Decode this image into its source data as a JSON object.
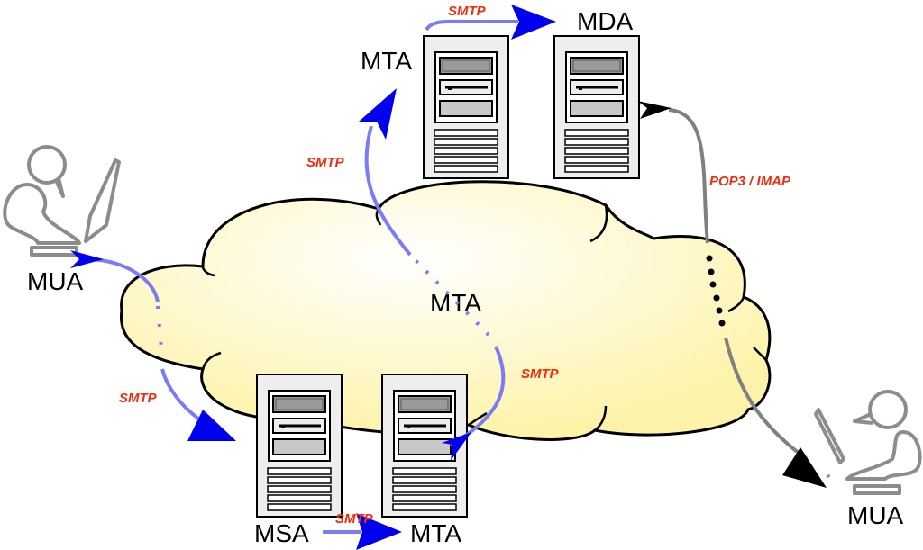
{
  "title": "Email delivery flow diagram",
  "nodes": {
    "mua_sender": {
      "label": "MUA"
    },
    "msa": {
      "label": "MSA"
    },
    "mta_local": {
      "label": "MTA"
    },
    "mta_cloud": {
      "label": "MTA"
    },
    "mta_remote": {
      "label": "MTA"
    },
    "mda": {
      "label": "MDA"
    },
    "mua_recipient": {
      "label": "MUA"
    }
  },
  "protocols": {
    "mua_to_msa": "SMTP",
    "msa_to_mta": "SMTP",
    "mta_to_cloud": "SMTP",
    "cloud_to_mta": "SMTP",
    "mta_to_mda": "SMTP",
    "mda_to_mua": "POP3 / IMAP"
  },
  "colors": {
    "smtp_arrow": "#0000ee",
    "smtp_line": "#7b7bf5",
    "retrieval_arrow": "#000000",
    "retrieval_line": "#808080",
    "protocol_text": "#f02c0c",
    "cloud_fill": "#fff5b0",
    "server_fill": "#eeeeee"
  }
}
